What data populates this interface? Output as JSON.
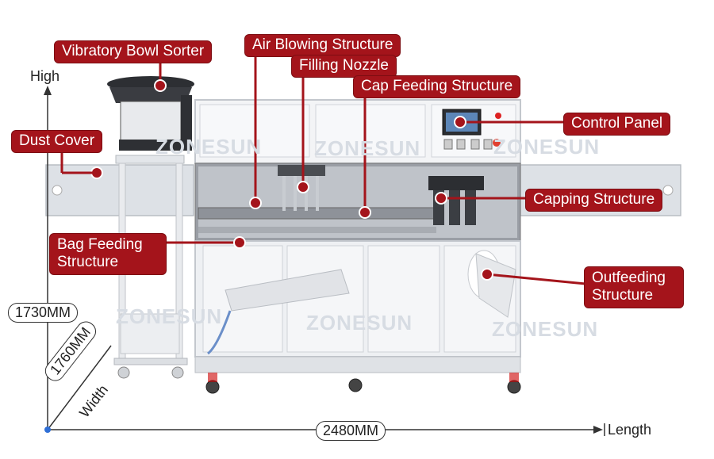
{
  "labels": {
    "vibratory_bowl": "Vibratory Bowl Sorter",
    "air_blowing": "Air Blowing Structure",
    "filling_nozzle": "Filling Nozzle",
    "cap_feeding": "Cap Feeding Structure",
    "control_panel": "Control Panel",
    "dust_cover": "Dust Cover",
    "capping": "Capping Structure",
    "bag_feeding": "Bag Feeding Structure",
    "outfeeding": "Outfeeding Structure"
  },
  "dimensions": {
    "height_axis": "High",
    "height_value": "1730MM",
    "width_value": "1760MM",
    "width_axis": "Width",
    "length_value": "2480MM",
    "length_axis": "Length"
  },
  "watermark": "ZONESUN",
  "colors": {
    "label_bg": "#a4141b",
    "label_text": "#ffffff",
    "frame": "#c9ccd2",
    "panel": "#eef0f3"
  }
}
